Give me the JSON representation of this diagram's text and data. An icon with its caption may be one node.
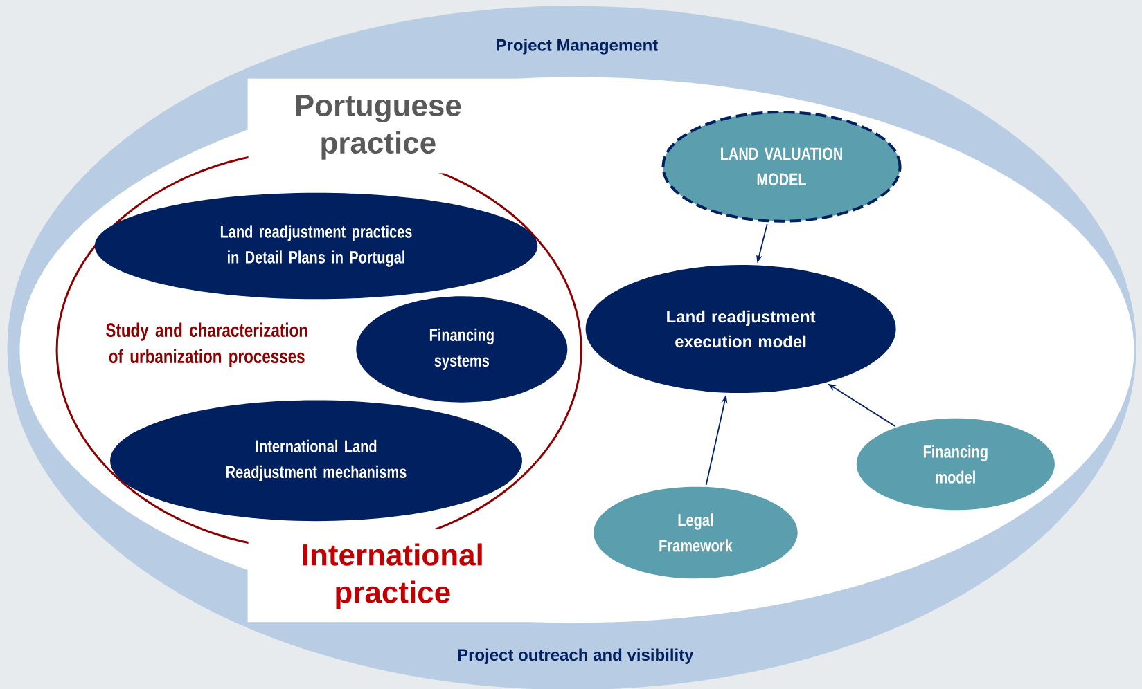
{
  "diagram": {
    "nodes": [
      {
        "text": [
          "Project Management",
          "Project outreach and visibility"
        ]
      },
      {
        "text": [
          "Portuguese practice",
          "Study and characterization of urbanization processes",
          "International practice"
        ],
        "in": 0
      },
      {
        "text": [
          "Land readjustment practices in Detail Plans in Portugal"
        ],
        "in": 1
      },
      {
        "text": [
          "Financing systems"
        ],
        "in": 1
      },
      {
        "text": [
          "International Land Readjustment mechanisms"
        ],
        "in": 1
      },
      {
        "text": [
          "LAND VALUATION MODEL"
        ],
        "in": 0
      },
      {
        "text": [
          "Land readjustment execution model"
        ],
        "in": 0
      },
      {
        "text": [
          "Financing model"
        ],
        "in": 0
      },
      {
        "text": [
          "Legal Framework"
        ],
        "in": 0
      }
    ],
    "edges": [
      {
        "from": 5,
        "to": 6,
        "arrow": "to"
      },
      {
        "from": 8,
        "to": 6,
        "arrow": "to"
      },
      {
        "from": 7,
        "to": 6,
        "arrow": "to"
      }
    ]
  }
}
